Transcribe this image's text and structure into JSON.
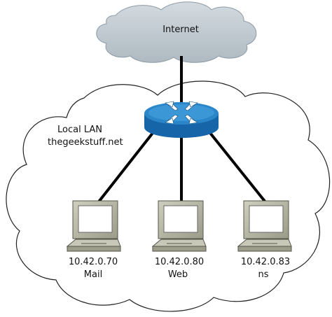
{
  "internet": {
    "label": "Internet"
  },
  "lan": {
    "name": "Local LAN",
    "domain": "thegeekstuff.net"
  },
  "hosts": [
    {
      "ip": "10.42.0.70",
      "name": "Mail"
    },
    {
      "ip": "10.42.0.80",
      "name": "Web"
    },
    {
      "ip": "10.42.0.83",
      "name": "ns"
    }
  ],
  "colors": {
    "internet_cloud": "#c2ccd3",
    "router_top": "#2a86c8",
    "router_side": "#1565a8",
    "computer_body": "#b6b6a4",
    "link": "#000000"
  },
  "icons": {
    "router": "router-icon",
    "computer": "desktop-computer-icon",
    "cloud": "cloud-icon"
  }
}
